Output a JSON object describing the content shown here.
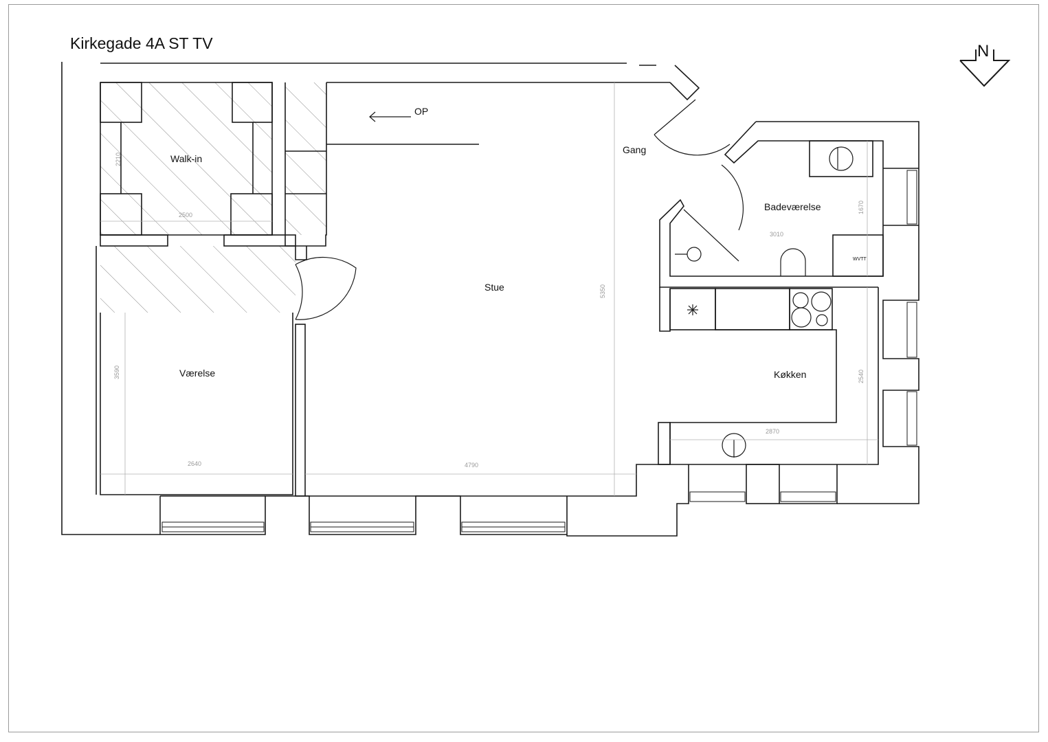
{
  "title": "Kirkegade 4A ST TV",
  "north_label": "N",
  "stair_label": "OP",
  "rooms": {
    "walkin": "Walk-in",
    "gang": "Gang",
    "badevaerelse": "Badeværelse",
    "stue": "Stue",
    "vaerelse": "Værelse",
    "kokken": "Køkken",
    "wc": "WVTT"
  },
  "dimensions": {
    "walkin_width": "2500",
    "walkin_height": "2210",
    "vaerelse_width": "2640",
    "vaerelse_height": "3590",
    "stue_width": "4790",
    "stue_height": "5350",
    "bad_width": "3010",
    "bad_height": "1670",
    "kokken_width": "2870",
    "kokken_height": "2540"
  },
  "colors": {
    "line": "#1a1a1a",
    "hatch": "#8a8a8a",
    "dim": "#9a9a9a"
  }
}
